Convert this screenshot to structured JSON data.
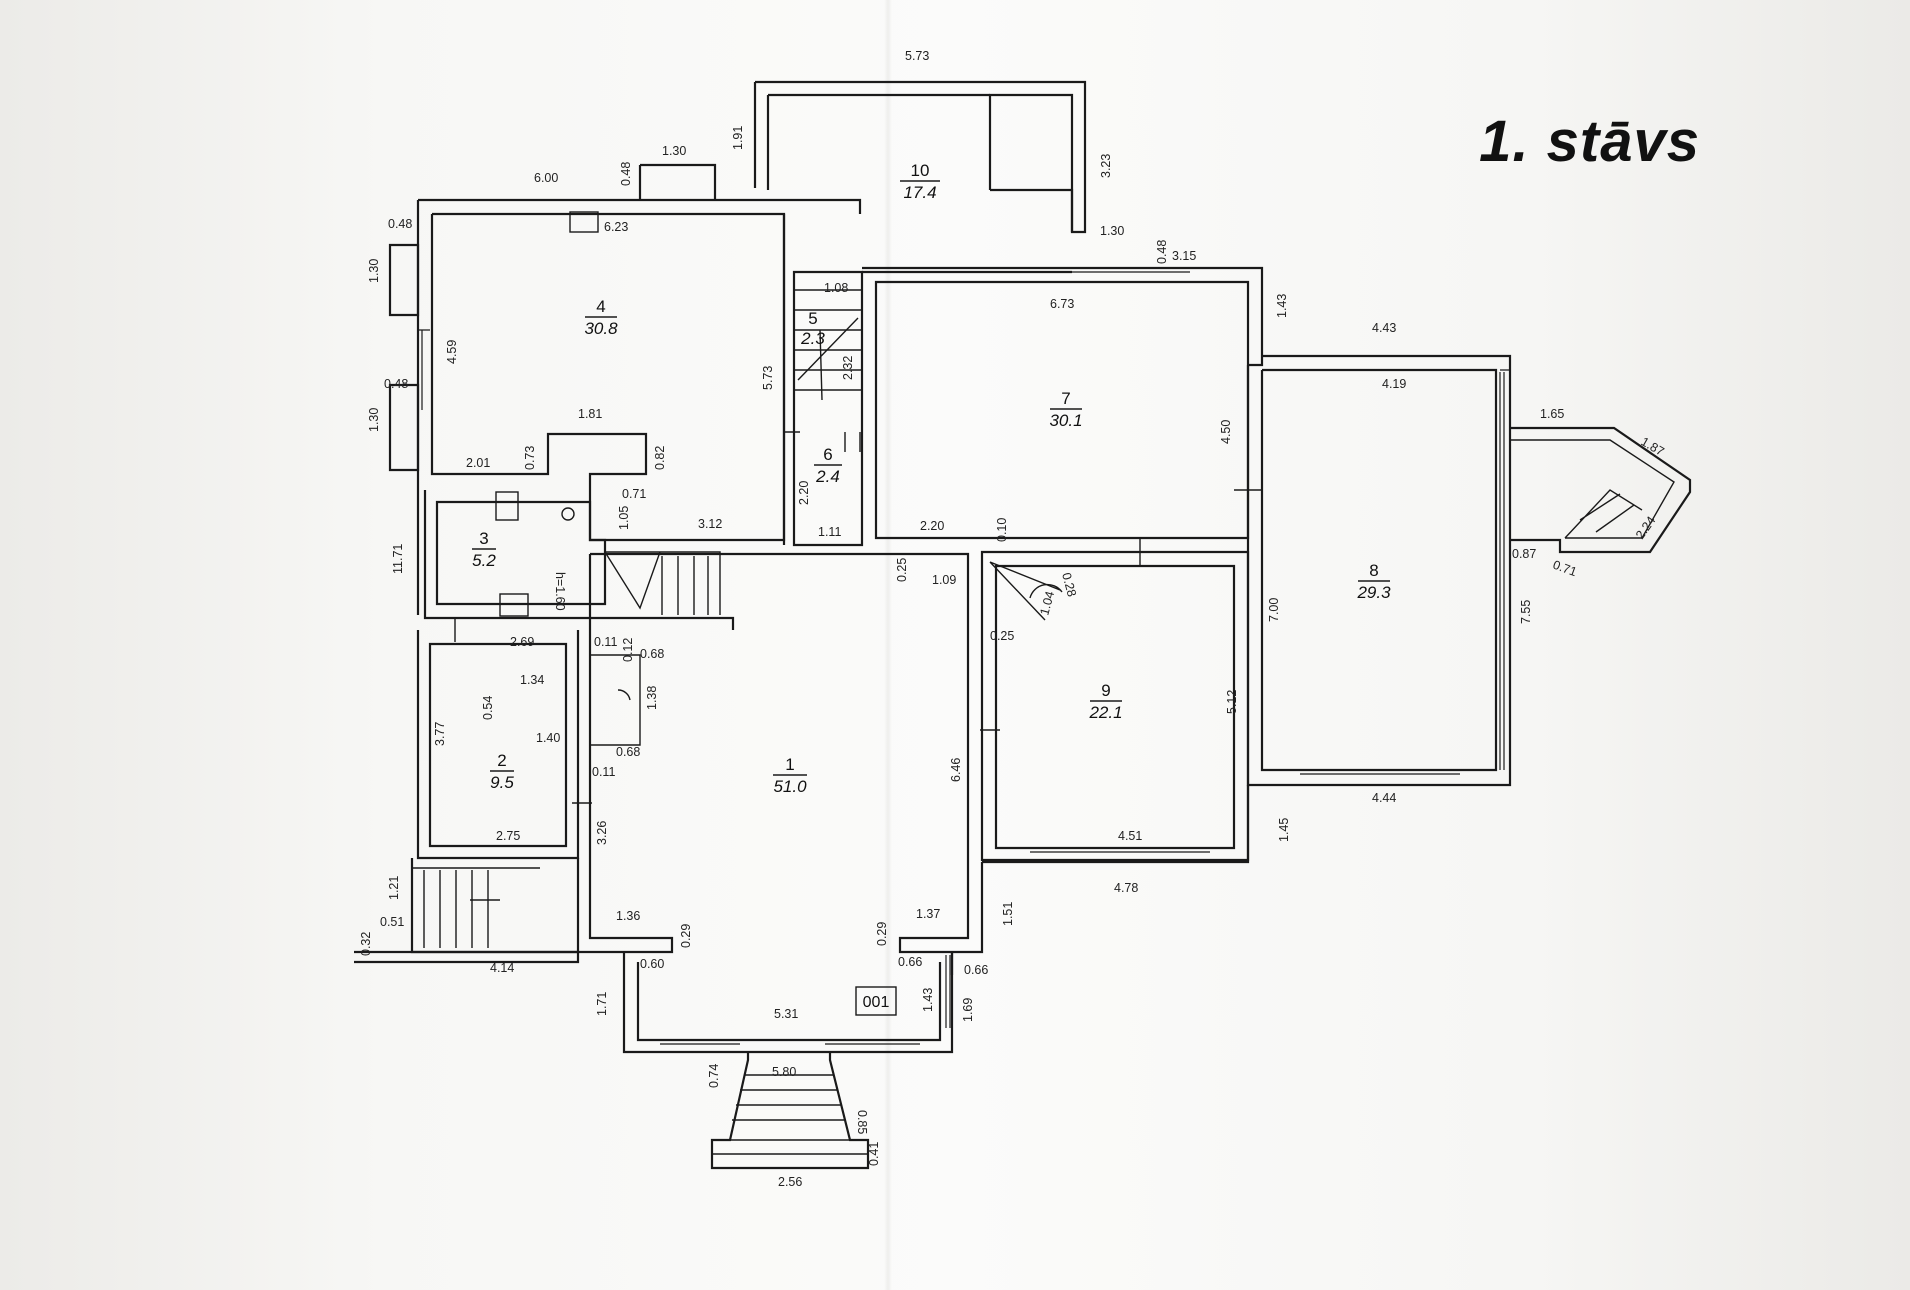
{
  "floor_title": "1. stāvs",
  "plan_tag": "001",
  "rooms": [
    {
      "number": "1",
      "area": "51.0"
    },
    {
      "number": "2",
      "area": "9.5"
    },
    {
      "number": "3",
      "area": "5.2"
    },
    {
      "number": "4",
      "area": "30.8"
    },
    {
      "number": "5",
      "area": "2.3"
    },
    {
      "number": "6",
      "area": "2.4"
    },
    {
      "number": "7",
      "area": "30.1"
    },
    {
      "number": "8",
      "area": "29.3"
    },
    {
      "number": "9",
      "area": "22.1"
    },
    {
      "number": "10",
      "area": "17.4"
    }
  ],
  "dimensions": [
    "5.73",
    "1.91",
    "3.23",
    "1.30",
    "0.48",
    "6.00",
    "0.48",
    "6.23",
    "1.30",
    "4.59",
    "0.48",
    "1.30",
    "1.81",
    "2.01",
    "0.73",
    "0.82",
    "0.71",
    "1.05",
    "3.12",
    "5.73",
    "1.08",
    "2.32",
    "2.20",
    "1.11",
    "1.30",
    "0.48",
    "3.15",
    "6.73",
    "1.43",
    "4.43",
    "4.19",
    "4.50",
    "2.20",
    "0.10",
    "1.65",
    "1.87",
    "2.24",
    "0.87",
    "0.71",
    "7.00",
    "7.55",
    "0.28",
    "1.04",
    "0.25",
    "5.12",
    "0.25",
    "1.09",
    "11.71",
    "h=1.60",
    "2.69",
    "0.11",
    "0.12",
    "0.68",
    "1.34",
    "0.54",
    "1.38",
    "1.40",
    "0.68",
    "3.77",
    "0.11",
    "6.46",
    "2.75",
    "3.26",
    "1.21",
    "0.51",
    "0.32",
    "4.14",
    "1.36",
    "0.29",
    "0.60",
    "1.37",
    "0.29",
    "0.66",
    "0.66",
    "1.51",
    "4.51",
    "4.78",
    "4.44",
    "1.45",
    "1.71",
    "5.31",
    "1.43",
    "1.69",
    "0.74",
    "5.80",
    "0.85",
    "0.41",
    "2.56"
  ]
}
